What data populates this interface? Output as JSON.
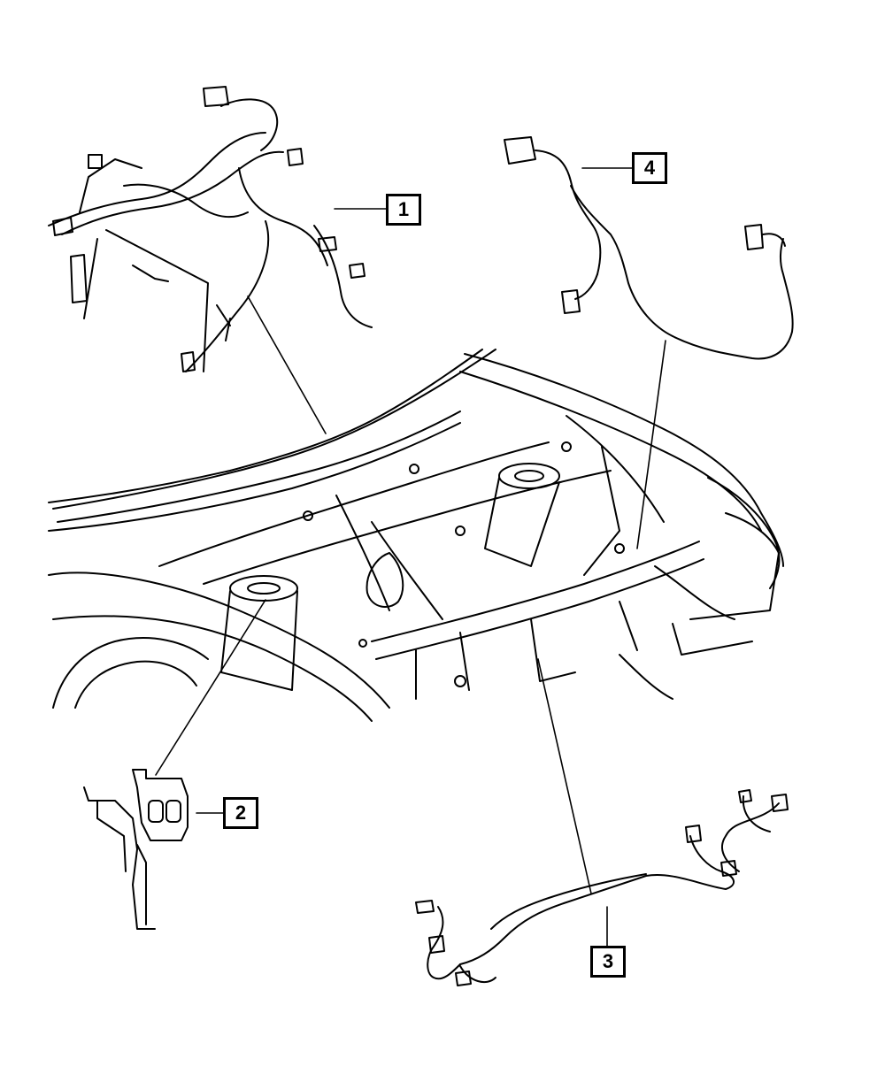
{
  "diagram": {
    "line_color": "#000000",
    "background": "#ffffff",
    "callouts": [
      {
        "id": "1",
        "label": "1"
      },
      {
        "id": "2",
        "label": "2"
      },
      {
        "id": "3",
        "label": "3"
      },
      {
        "id": "4",
        "label": "4"
      }
    ]
  }
}
